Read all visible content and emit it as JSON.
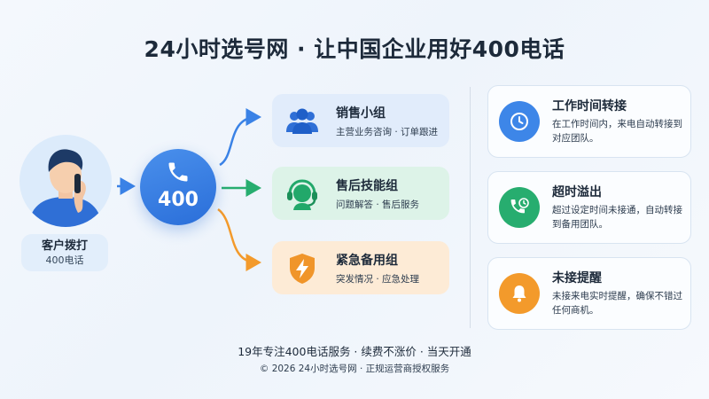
{
  "title": "24小时选号网 · 让中国企业用好400电话",
  "customer": {
    "label": "客户拨打",
    "sublabel": "400电话"
  },
  "hub": {
    "label": "400"
  },
  "groups": [
    {
      "title": "销售小组",
      "subtitle": "主营业务咨询 · 订单跟进",
      "icon": "users-icon",
      "color": "#2f6fd6"
    },
    {
      "title": "售后技能组",
      "subtitle": "问题解答 · 售后服务",
      "icon": "headset-icon",
      "color": "#22a86a"
    },
    {
      "title": "紧急备用组",
      "subtitle": "突发情况 · 应急处理",
      "icon": "lightning-shield-icon",
      "color": "#f0952a"
    }
  ],
  "features": [
    {
      "title": "工作时间转接",
      "description": "在工作时间内，来电自动转接到对应团队。",
      "icon": "clock-icon",
      "color": "#3d86e8"
    },
    {
      "title": "超时溢出",
      "description": "超过设定时间未接通，自动转接到备用团队。",
      "icon": "phone-timer-icon",
      "color": "#27ad6f"
    },
    {
      "title": "未接提醒",
      "description": "未接来电实时提醒，确保不错过任何商机。",
      "icon": "bell-icon",
      "color": "#f39a2b"
    }
  ],
  "footer": {
    "slogan": "19年专注400电话服务 · 续费不涨价 · 当天开通",
    "copyright": "© 2026 24小时选号网 · 正规运营商授权服务"
  }
}
